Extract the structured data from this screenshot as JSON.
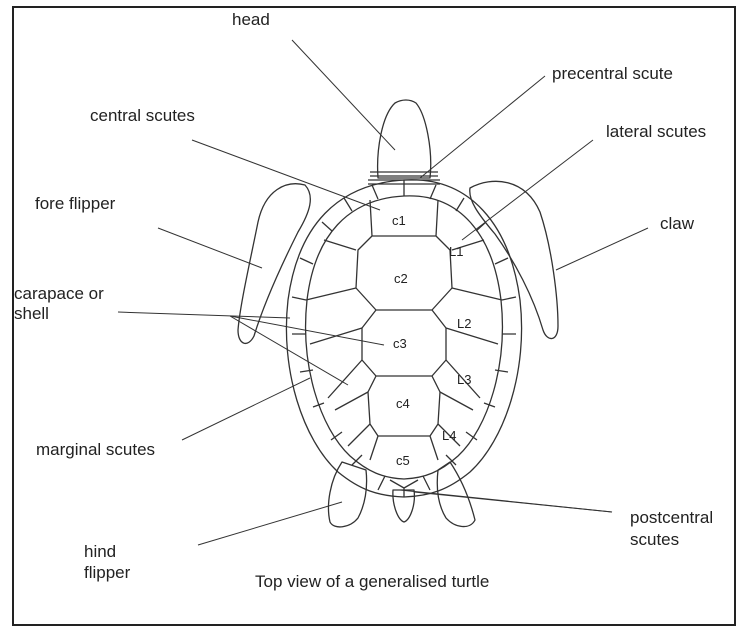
{
  "labels": {
    "head": "head",
    "precentral_scute": "precentral scute",
    "central_scutes": "central scutes",
    "lateral_scutes": "lateral scutes",
    "fore_flipper": "fore flipper",
    "claw": "claw",
    "carapace_line1": "carapace or",
    "carapace_line2": "shell",
    "marginal_scutes": "marginal scutes",
    "postcentral_line1": "postcentral",
    "postcentral_line2": "scutes",
    "hind_line1": "hind",
    "hind_line2": "flipper"
  },
  "scutes": {
    "c1": "c1",
    "c2": "c2",
    "c3": "c3",
    "c4": "c4",
    "c5": "c5",
    "l1": "L1",
    "l2": "L2",
    "l3": "L3",
    "l4": "L4"
  },
  "caption": "Top view of a generalised turtle",
  "colors": {
    "stroke": "#333333",
    "text": "#222222",
    "background": "#ffffff"
  }
}
